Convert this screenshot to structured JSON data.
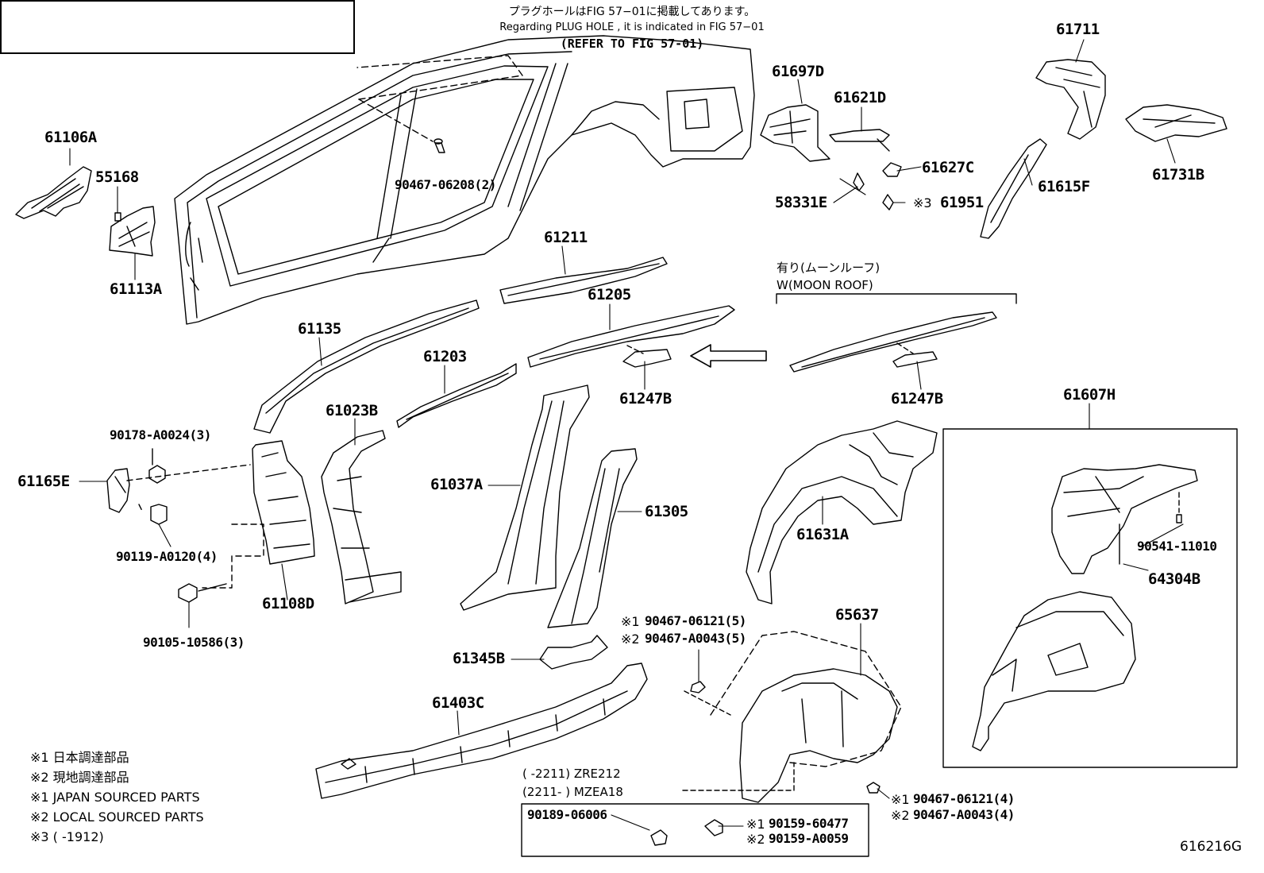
{
  "header_note": {
    "jp": "プラグホールはFIG 57−01に掲載してあります。",
    "en": "Regarding  PLUG  HOLE , it is indicated in FIG  57−01",
    "refer": "(REFER TO FIG 57-01)"
  },
  "parts": {
    "p61106A": "61106A",
    "p55168": "55168",
    "p61113A": "61113A",
    "p90467_06208": "90467-06208(2)",
    "p61697D": "61697D",
    "p61621D": "61621D",
    "p61627C": "61627C",
    "p58331E": "58331E",
    "p61951": "61951",
    "p61711": "61711",
    "p61731B": "61731B",
    "p61615F": "61615F",
    "p61211": "61211",
    "p61205": "61205",
    "p61135": "61135",
    "p61203": "61203",
    "p61247B_a": "61247B",
    "p61247B_b": "61247B",
    "p61023B": "61023B",
    "p90178": "90178-A0024(3)",
    "p61165E": "61165E",
    "p90119": "90119-A0120(4)",
    "p61108D": "61108D",
    "p90105": "90105-10586(3)",
    "p61037A": "61037A",
    "p61305": "61305",
    "p61345B": "61345B",
    "p61403C": "61403C",
    "p61631A": "61631A",
    "p61607H": "61607H",
    "p90541": "90541-11010",
    "p64304B": "64304B",
    "p65637": "65637",
    "p90467_06121_5": "90467-06121(5)",
    "p90467_A0043_5": "90467-A0043(5)",
    "p90467_06121_4": "90467-06121(4)",
    "p90467_A0043_4": "90467-A0043(4)",
    "p90189": "90189-06006",
    "p90159_60477": "90159-60477",
    "p90159_A0059": "90159-A0059"
  },
  "marks": {
    "m1": "※1",
    "m2": "※2",
    "m3": "※3"
  },
  "moon_roof": {
    "jp": "有り(ムーンルーフ)",
    "en": "W(MOON ROOF)"
  },
  "model_note": {
    "line1": "(       -2211) ZRE212",
    "line2": "(2211-       ) MZEA18"
  },
  "legend": {
    "l1": "※1  日本調達部品",
    "l2": "※2  現地調達部品",
    "l3": "※1  JAPAN SOURCED PARTS",
    "l4": "※2  LOCAL SOURCED PARTS",
    "l5": "※3 (       -1912)"
  },
  "figure_id": "616216G"
}
